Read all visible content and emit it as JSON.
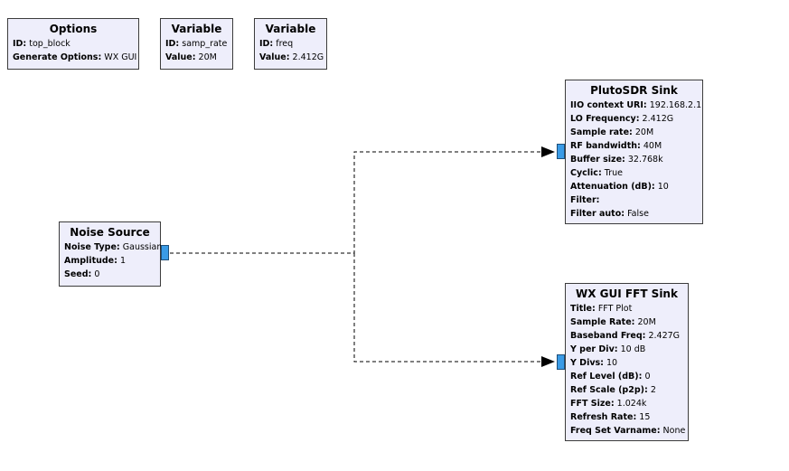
{
  "blocks": {
    "options": {
      "title": "Options",
      "params": [
        {
          "key": "ID:",
          "value": "top_block"
        },
        {
          "key": "Generate Options:",
          "value": "WX GUI"
        }
      ]
    },
    "var_samp_rate": {
      "title": "Variable",
      "params": [
        {
          "key": "ID:",
          "value": "samp_rate"
        },
        {
          "key": "Value:",
          "value": "20M"
        }
      ]
    },
    "var_freq": {
      "title": "Variable",
      "params": [
        {
          "key": "ID:",
          "value": "freq"
        },
        {
          "key": "Value:",
          "value": "2.412G"
        }
      ]
    },
    "noise_source": {
      "title": "Noise Source",
      "params": [
        {
          "key": "Noise Type:",
          "value": "Gaussian"
        },
        {
          "key": "Amplitude:",
          "value": "1"
        },
        {
          "key": "Seed:",
          "value": "0"
        }
      ]
    },
    "pluto_sink": {
      "title": "PlutoSDR Sink",
      "params": [
        {
          "key": "IIO context URI:",
          "value": "192.168.2.1"
        },
        {
          "key": "LO Frequency:",
          "value": "2.412G"
        },
        {
          "key": "Sample rate:",
          "value": "20M"
        },
        {
          "key": "RF bandwidth:",
          "value": "40M"
        },
        {
          "key": "Buffer size:",
          "value": "32.768k"
        },
        {
          "key": "Cyclic:",
          "value": "True"
        },
        {
          "key": "Attenuation (dB):",
          "value": "10"
        },
        {
          "key": "Filter:",
          "value": ""
        },
        {
          "key": "Filter auto:",
          "value": "False"
        }
      ]
    },
    "fft_sink": {
      "title": "WX GUI FFT Sink",
      "params": [
        {
          "key": "Title:",
          "value": "FFT Plot"
        },
        {
          "key": "Sample Rate:",
          "value": "20M"
        },
        {
          "key": "Baseband Freq:",
          "value": "2.427G"
        },
        {
          "key": "Y per Div:",
          "value": "10 dB"
        },
        {
          "key": "Y Divs:",
          "value": "10"
        },
        {
          "key": "Ref Level (dB):",
          "value": "0"
        },
        {
          "key": "Ref Scale (p2p):",
          "value": "2"
        },
        {
          "key": "FFT Size:",
          "value": "1.024k"
        },
        {
          "key": "Refresh Rate:",
          "value": "15"
        },
        {
          "key": "Freq Set Varname:",
          "value": "None"
        }
      ]
    }
  },
  "colors": {
    "block_fill": "#eeeefb",
    "block_border": "#3c3c3c",
    "port": "#3a9be6",
    "wire": "#000000"
  }
}
